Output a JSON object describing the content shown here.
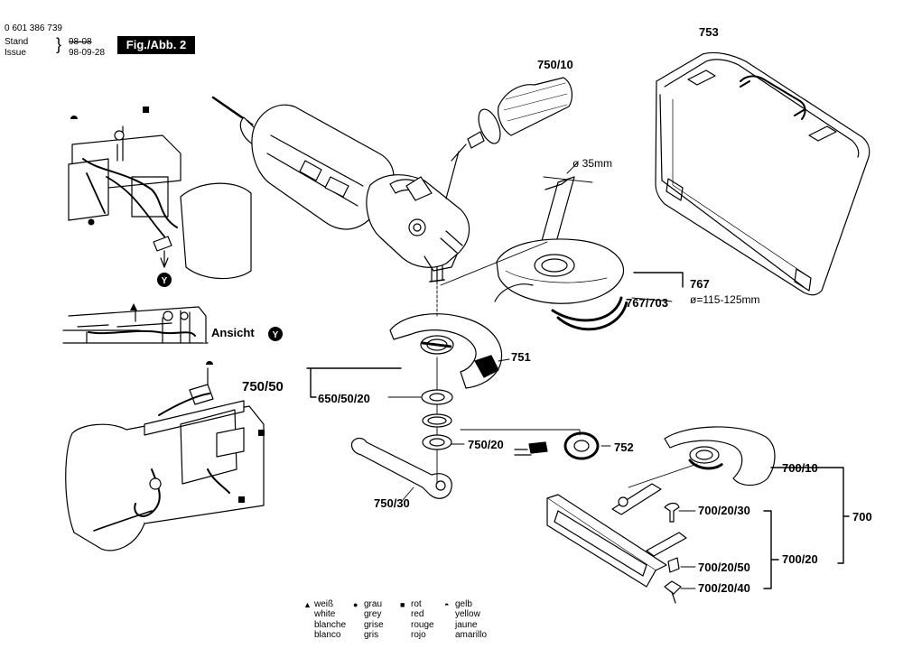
{
  "header": {
    "doc_number": "0 601 386 739",
    "stand_label": "Stand",
    "issue_label": "Issue",
    "stand_old": "98-08",
    "issue_date": "98-09-28",
    "figure_tag": "Fig./Abb. 2"
  },
  "view_label": "Ansicht",
  "view_marker": "Y",
  "annotations": {
    "diameter_hose": "ø 35mm",
    "diameter_range": "ø=115-125mm"
  },
  "parts": {
    "p753": "753",
    "p750_10": "750/10",
    "p767": "767",
    "p767_703": "767/703",
    "p751": "751",
    "p750_50": "750/50",
    "p650_50_20": "650/50/20",
    "p750_20": "750/20",
    "p752": "752",
    "p750_30": "750/30",
    "p700_10": "700/10",
    "p700": "700",
    "p700_20_30": "700/20/30",
    "p700_20": "700/20",
    "p700_20_50": "700/20/50",
    "p700_20_40": "700/20/40"
  },
  "legend": [
    {
      "symbol": "triangle-icon",
      "glyph": "▲",
      "lines": [
        "weiß",
        "white",
        "blanche",
        "blanco"
      ]
    },
    {
      "symbol": "circle-icon",
      "glyph": "●",
      "lines": [
        "grau",
        "grey",
        "grise",
        "gris"
      ]
    },
    {
      "symbol": "square-icon",
      "glyph": "■",
      "lines": [
        "rot",
        "red",
        "rouge",
        "rojo"
      ]
    },
    {
      "symbol": "half-circle-icon",
      "glyph": "◓",
      "lines": [
        "gelb",
        "yellow",
        "jaune",
        "amarillo"
      ]
    }
  ]
}
